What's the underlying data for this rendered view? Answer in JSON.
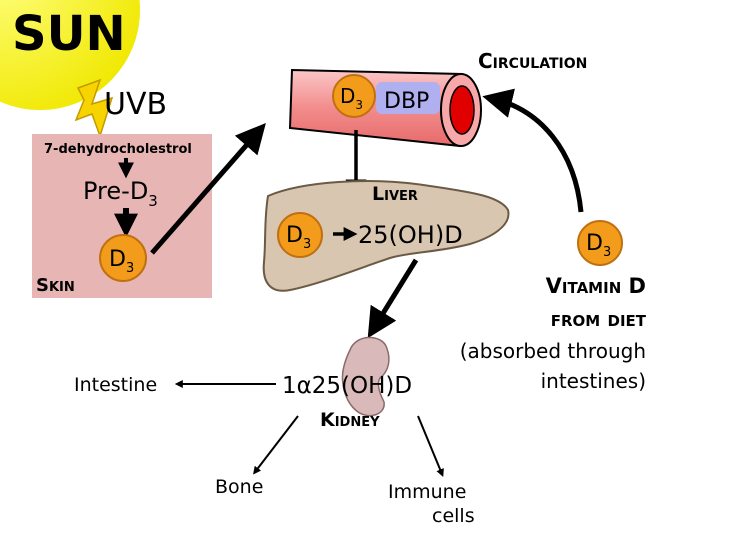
{
  "sun": {
    "label": "SUN",
    "color": "#f5f000"
  },
  "uvb": {
    "label": "UVB"
  },
  "skin": {
    "label": "Skin",
    "precursor": "7-dehydrocholestrol",
    "pre_base": "Pre-D",
    "pre_sub": "3",
    "d3_base": "D",
    "d3_sub": "3",
    "color": "#e8b5b5"
  },
  "circulation": {
    "label": "Circulation",
    "d3_base": "D",
    "d3_sub": "3",
    "carrier": "DBP",
    "vessel_color": "#f28c8c",
    "lumen_color": "#e00000"
  },
  "liver": {
    "label": "Liver",
    "d3_base": "D",
    "d3_sub": "3",
    "product": "25(OH)D",
    "color": "#d8c6b0"
  },
  "diet": {
    "d3_base": "D",
    "d3_sub": "3",
    "line1": "Vitamin D",
    "line2": "from diet",
    "line3": "(absorbed through",
    "line4": "intestines)"
  },
  "kidney": {
    "label": "Kidney",
    "product": "1α25(OH)D",
    "color": "#d9b9b9"
  },
  "targets": {
    "intestine": "Intestine",
    "bone": "Bone",
    "immune_line1": "Immune",
    "immune_line2": "cells"
  },
  "colors": {
    "d3_circle": "#f39c1b",
    "d3_circle_edge": "#c07010",
    "dbp_box": "#b0b0f0"
  }
}
